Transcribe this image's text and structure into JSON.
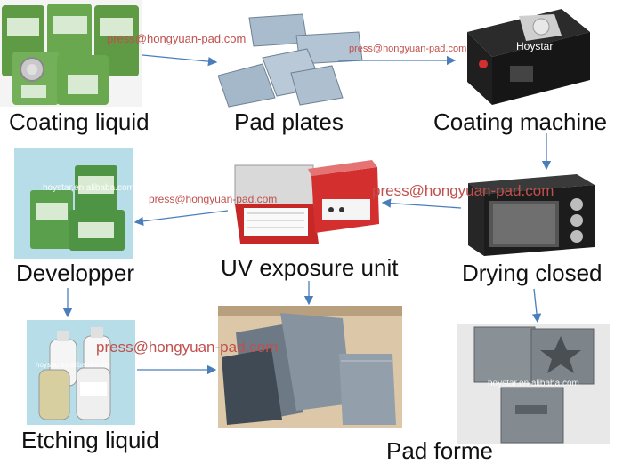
{
  "steps": {
    "coating_liquid": "Coating liquid",
    "pad_plates": "Pad plates",
    "coating_machine": "Coating machine",
    "drying_closed": "Drying closed",
    "uv_exposure_unit": "UV exposure  unit",
    "developper": "Developper",
    "etching_liquid": "Etching liquid",
    "pad_forme": "Pad forme"
  },
  "watermarks": {
    "email": "press@hongyuan-pad.com",
    "site_a": "hoystar.en.alibaba.com",
    "site_b": "hoystar.en.alibaba.com",
    "site_c": "hoystar.en.alibaba.com",
    "brand": "Hoystar"
  },
  "colors": {
    "arrow": "#4a7ebb",
    "watermark": "#c0504d"
  }
}
